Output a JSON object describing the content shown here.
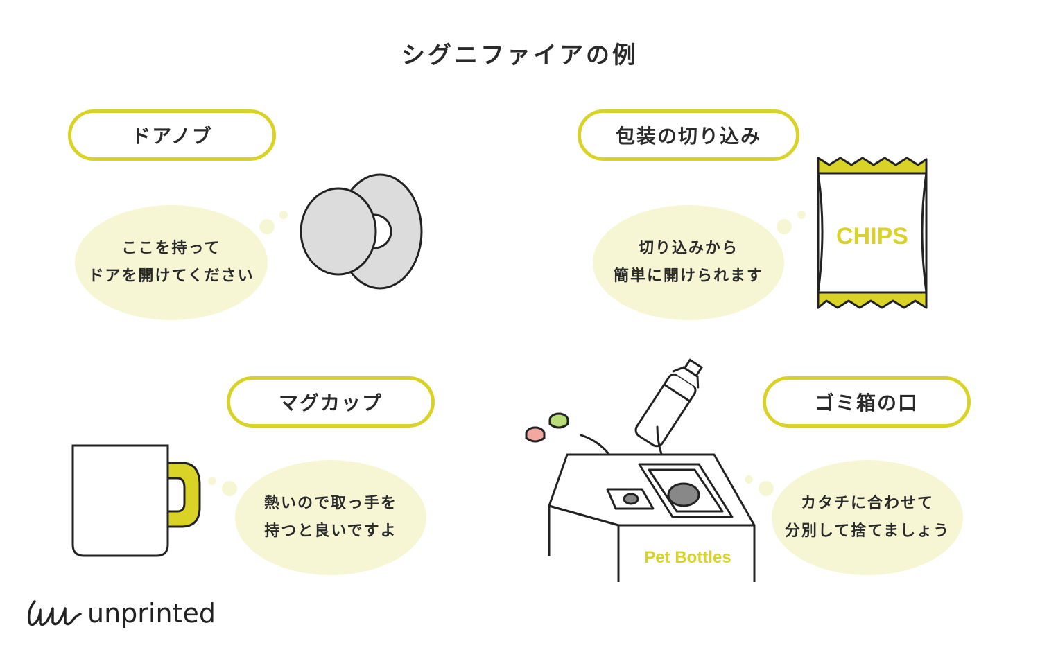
{
  "title": "シグニファイアの例",
  "colors": {
    "accent": "#d9d328",
    "bubble": "#f7f6d4",
    "ink": "#222222",
    "knob": "#dcdcdc",
    "cap_green": "#b8dc7a",
    "cap_pink": "#f0a8a0"
  },
  "cards": [
    {
      "label": "ドアノブ",
      "bubble_lines": [
        "ここを持って",
        "ドアを開けてください"
      ],
      "icon": "doorknob-icon"
    },
    {
      "label": "包装の切り込み",
      "bubble_lines": [
        "切り込みから",
        "簡単に開けられます"
      ],
      "icon": "chips-bag-icon",
      "package_text": "CHIPS"
    },
    {
      "label": "マグカップ",
      "bubble_lines": [
        "熱いので取っ手を",
        "持つと良いですよ"
      ],
      "icon": "mug-icon"
    },
    {
      "label": "ゴミ箱の口",
      "bubble_lines": [
        "カタチに合わせて",
        "分別して捨てましょう"
      ],
      "icon": "trash-bin-icon",
      "bin_text": "Pet Bottles"
    }
  ],
  "brand": {
    "name": "unprinted",
    "icon": "unprinted-logo-icon"
  }
}
